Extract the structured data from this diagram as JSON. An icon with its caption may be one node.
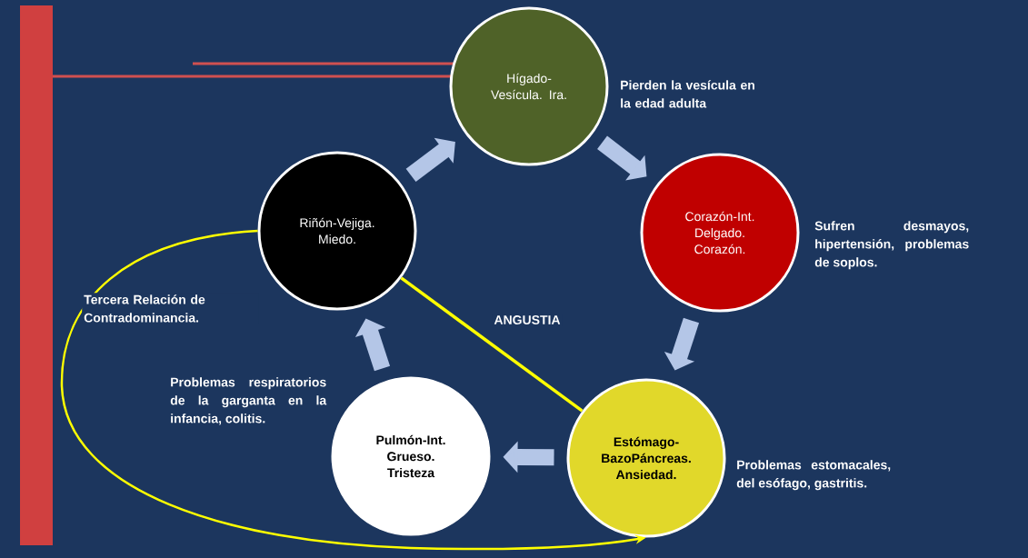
{
  "diagram": {
    "nodes": [
      {
        "text": [
          "Hígado- Vesícula. Ira."
        ],
        "beside": [
          "Pierden la vesícula en la edad adulta"
        ]
      },
      {
        "text": [
          "Corazón-Int. Delgado. Corazón."
        ],
        "beside": [
          "Sufren desmayos, hipertensión, problemas de soplos."
        ]
      },
      {
        "text": [
          "Estómago- BazoPáncreas. Ansiedad."
        ],
        "beside": [
          "Problemas estomacales, del esófago, gastritis."
        ]
      },
      {
        "text": [
          "Pulmón-Int. Grueso. Tristeza"
        ],
        "beside": [
          "Problemas respiratorios de la garganta en la infancia, colitis."
        ]
      },
      {
        "text": [
          "Riñón-Vejiga. Miedo."
        ]
      }
    ],
    "edges": [
      {
        "from": 4,
        "to": 0,
        "arrow": "to"
      },
      {
        "from": 0,
        "to": 1,
        "arrow": "to"
      },
      {
        "from": 1,
        "to": 2,
        "arrow": "to"
      },
      {
        "from": 2,
        "to": 3,
        "arrow": "to"
      },
      {
        "from": 3,
        "to": 4,
        "arrow": "to"
      },
      {
        "from": 4,
        "to": 2,
        "arrow": "none",
        "label": "ANGUSTIA",
        "color": "#ffff00"
      },
      {
        "from": 4,
        "to": 2,
        "arrow": "to",
        "label": "Tercera Relación de Contradominancia.",
        "color": "#ffff00"
      }
    ]
  }
}
